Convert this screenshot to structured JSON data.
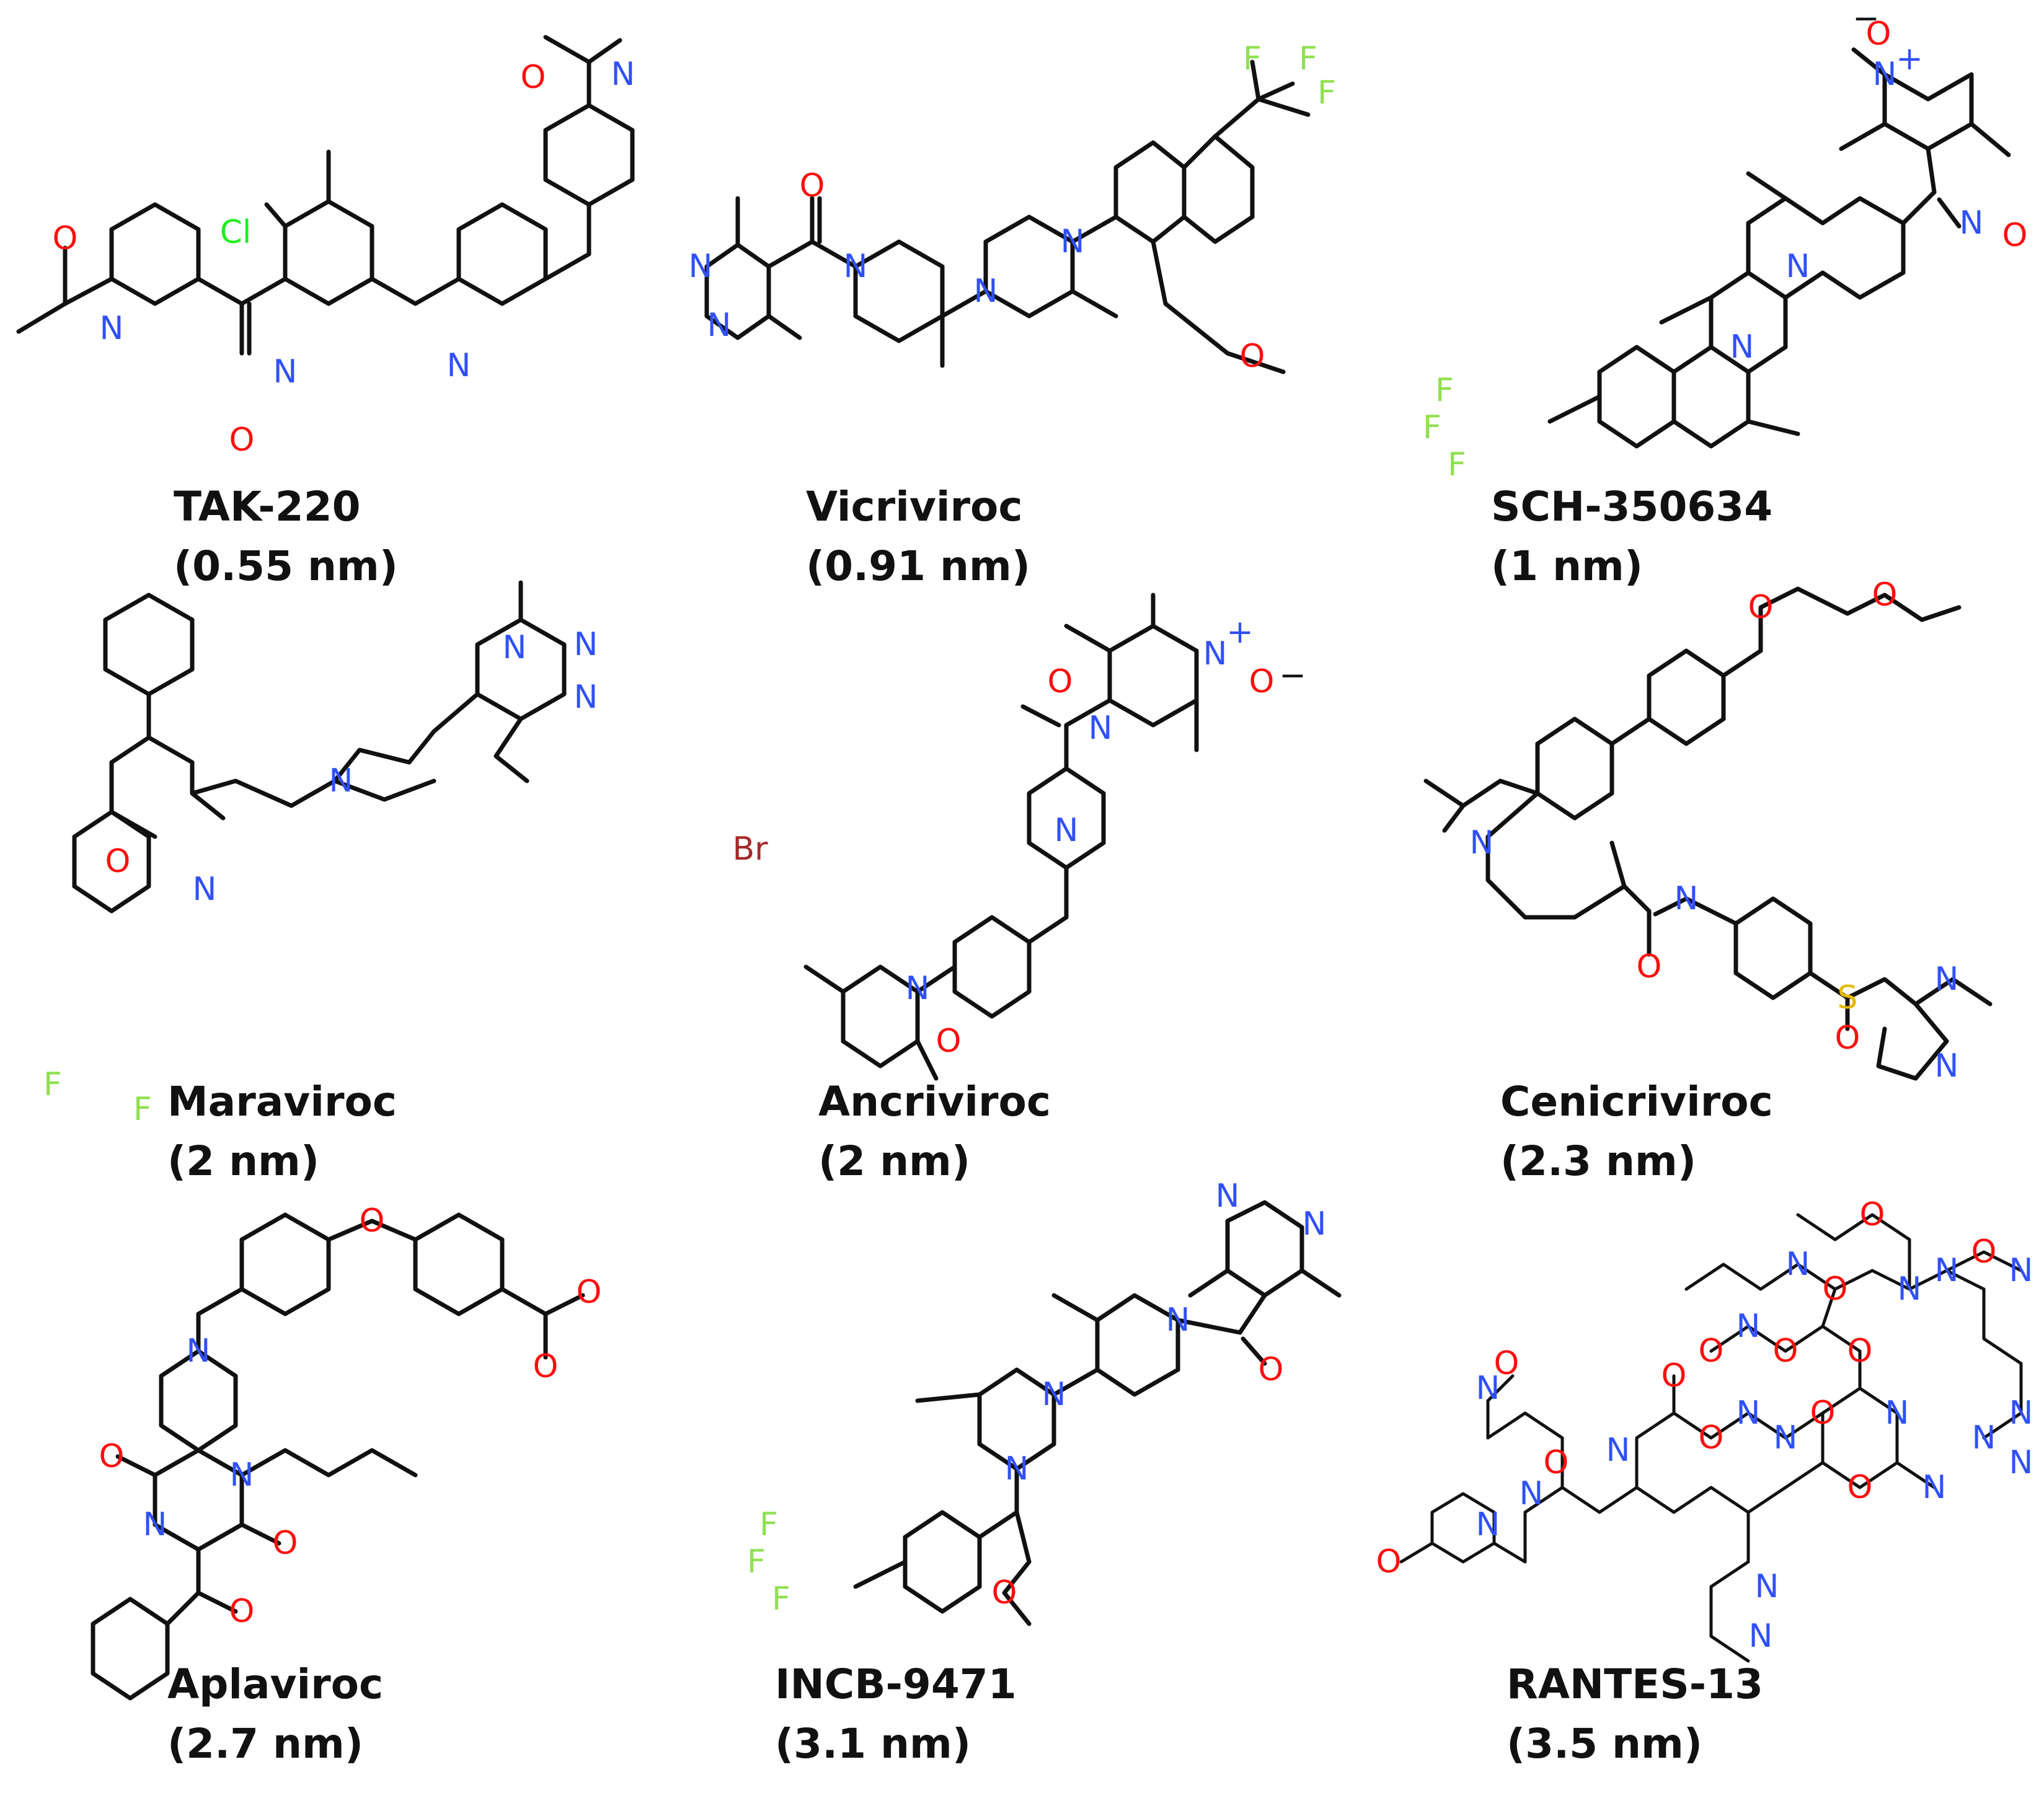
{
  "colors": {
    "N": "#3050f8",
    "O": "#ff0d0d",
    "Cl": "#1ff01f",
    "F": "#90e050",
    "Br": "#a62929",
    "S": "#e6b800",
    "C": "#111111"
  },
  "compounds": [
    {
      "name": "TAK-220",
      "value": "(0.55 nm)"
    },
    {
      "name": "Vicriviroc",
      "value": "(0.91 nm)"
    },
    {
      "name": "SCH-350634",
      "value": "(1 nm)"
    },
    {
      "name": "Maraviroc",
      "value": "(2 nm)"
    },
    {
      "name": "Ancriviroc",
      "value": "(2 nm)"
    },
    {
      "name": "Cenicriviroc",
      "value": "(2.3 nm)"
    },
    {
      "name": "Aplaviroc",
      "value": "(2.7 nm)"
    },
    {
      "name": "INCB-9471",
      "value": "(3.1 nm)"
    },
    {
      "name": "RANTES-13",
      "value": "(3.5 nm)"
    }
  ],
  "atom_labels": {
    "tak220": [
      "O",
      "N",
      "Cl",
      "N",
      "O",
      "N",
      "O",
      "N"
    ],
    "vicriviroc": [
      "F",
      "F",
      "F",
      "O",
      "N",
      "N",
      "N",
      "N",
      "N",
      "O"
    ],
    "sch350634": [
      "O",
      "−",
      "N",
      "+",
      "N",
      "N",
      "N",
      "O",
      "F",
      "F",
      "F"
    ],
    "maraviroc": [
      "N",
      "N",
      "N",
      "N",
      "O",
      "N",
      "F",
      "F"
    ],
    "ancriviroc": [
      "O",
      "N",
      "+",
      "O",
      "−",
      "N",
      "N",
      "Br",
      "N",
      "O"
    ],
    "cenicriviroc": [
      "O",
      "O",
      "N",
      "N",
      "O",
      "S",
      "O",
      "N",
      "N"
    ],
    "aplaviroc": [
      "O",
      "O",
      "O",
      "N",
      "O",
      "N",
      "N",
      "O",
      "O"
    ],
    "incb9471": [
      "N",
      "N",
      "N",
      "O",
      "N",
      "N",
      "F",
      "F",
      "F",
      "O"
    ],
    "rantes13": [
      "O",
      "N",
      "N",
      "O",
      "N",
      "O",
      "N",
      "N",
      "N",
      "O",
      "N",
      "O",
      "N",
      "O",
      "O",
      "N",
      "O",
      "N",
      "O",
      "N",
      "N",
      "N",
      "O",
      "N",
      "N",
      "O",
      "N",
      "O",
      "N",
      "N",
      "O"
    ]
  }
}
